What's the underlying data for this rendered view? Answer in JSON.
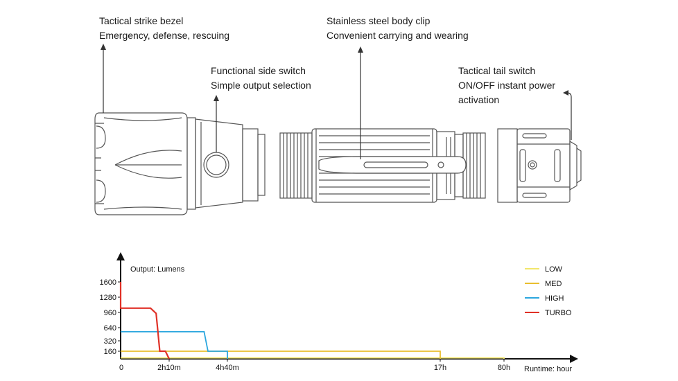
{
  "callouts": {
    "bezel": {
      "title": "Tactical strike bezel",
      "desc": "Emergency, defense, rescuing"
    },
    "side_switch": {
      "title": "Functional side switch",
      "desc": "Simple output selection"
    },
    "clip": {
      "title": "Stainless steel body clip",
      "desc": "Convenient carrying and wearing"
    },
    "tail_switch": {
      "title": "Tactical tail switch",
      "desc_line1": "ON/OFF instant power",
      "desc_line2": "activation"
    }
  },
  "icons": {
    "head": "flashlight-head-icon",
    "body": "flashlight-body-icon",
    "tail": "flashlight-tail-icon",
    "side_switch": "side-switch-icon",
    "clip": "body-clip-icon"
  },
  "colors": {
    "line_art": "#555555",
    "low": "#F2E66B",
    "med": "#E9BE2E",
    "high": "#2BA6DE",
    "turbo": "#E03127"
  },
  "chart_data": {
    "type": "line",
    "ylabel": "Output: Lumens",
    "xlabel": "Runtime: hour",
    "y_ticks": [
      160,
      320,
      640,
      960,
      1280,
      1600
    ],
    "x_tick_labels": [
      "0",
      "2h10m",
      "4h40m",
      "17h",
      "80h"
    ],
    "legend_position": "top-right",
    "series": [
      {
        "name": "LOW",
        "color": "#F2E66B",
        "x": [
          "0",
          "80h",
          "80h"
        ],
        "y": [
          20,
          20,
          0
        ]
      },
      {
        "name": "MED",
        "color": "#E9BE2E",
        "x": [
          "0",
          "17h",
          "17h"
        ],
        "y": [
          160,
          160,
          0
        ]
      },
      {
        "name": "HIGH",
        "color": "#2BA6DE",
        "x": [
          "0",
          "3h40m",
          "3h50m",
          "4h40m",
          "4h40m"
        ],
        "y": [
          540,
          540,
          160,
          160,
          0
        ]
      },
      {
        "name": "TURBO",
        "color": "#E03127",
        "x": [
          "0",
          "0m",
          "1h20m",
          "1h35m",
          "1h45m",
          "2h",
          "2h10m"
        ],
        "y": [
          1600,
          1050,
          1050,
          940,
          160,
          160,
          0
        ]
      }
    ]
  }
}
